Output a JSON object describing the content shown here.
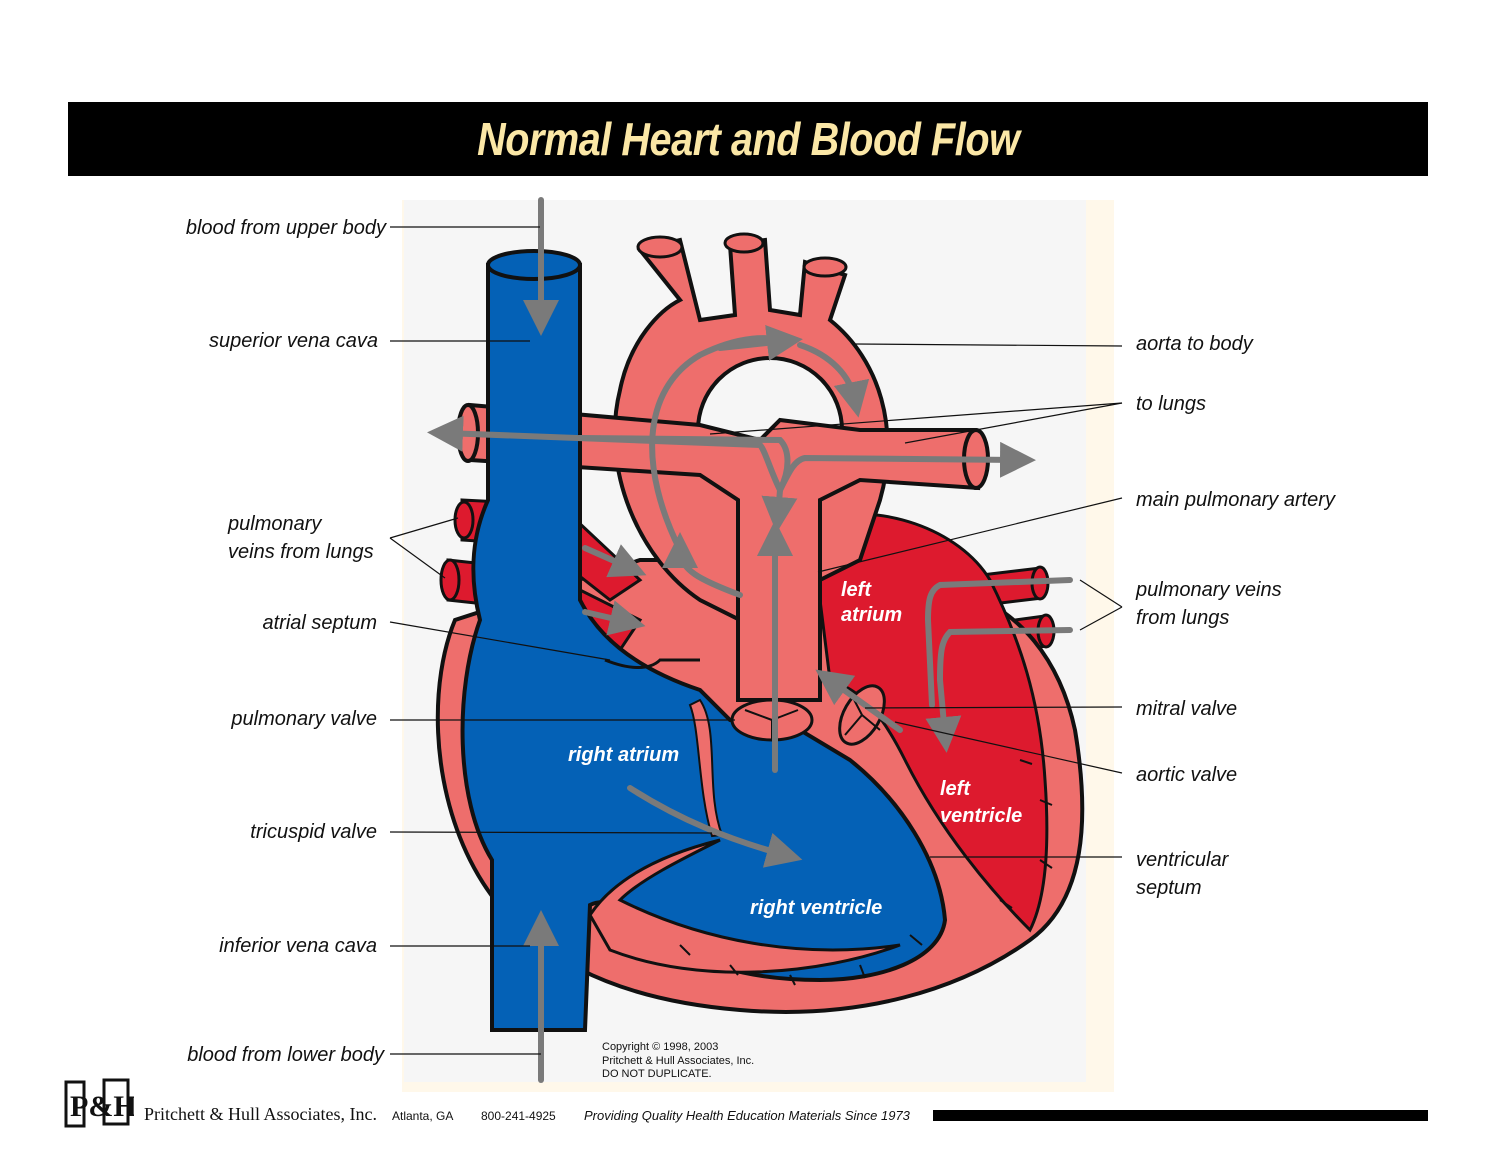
{
  "title": "Normal Heart and Blood Flow",
  "colors": {
    "title_bar": "#000000",
    "title_text": "#fbe7a6",
    "deoxygenated_blue": "#0461b6",
    "oxygenated_red": "#dd1a2e",
    "heart_pink": "#ee6e6c",
    "flow_arrow": "#7a7a7a",
    "figure_background": "#fff8ea"
  },
  "labels_left": {
    "blood_from_upper_body": "blood from upper body",
    "superior_vena_cava": "superior vena cava",
    "pulmonary_veins_left_line1": "pulmonary",
    "pulmonary_veins_left_line2": "veins from lungs",
    "atrial_septum": "atrial septum",
    "pulmonary_valve": "pulmonary valve",
    "tricuspid_valve": "tricuspid valve",
    "inferior_vena_cava": "inferior vena cava",
    "blood_from_lower_body": "blood from lower body"
  },
  "labels_right": {
    "aorta_to_body": "aorta to body",
    "to_lungs": "to lungs",
    "main_pulmonary_artery": "main pulmonary artery",
    "pulmonary_veins_right_line1": "pulmonary veins",
    "pulmonary_veins_right_line2": "from lungs",
    "mitral_valve": "mitral valve",
    "aortic_valve": "aortic valve",
    "ventricular_septum_line1": "ventricular",
    "ventricular_septum_line2": "septum"
  },
  "chamber_labels": {
    "left_atrium_line1": "left",
    "left_atrium_line2": "atrium",
    "right_atrium": "right atrium",
    "left_ventricle_line1": "left",
    "left_ventricle_line2": "ventricle",
    "right_ventricle": "right ventricle"
  },
  "copyright": {
    "line1": "Copyright © 1998, 2003",
    "line2": "Pritchett & Hull Associates, Inc.",
    "line3": "DO NOT DUPLICATE."
  },
  "footer": {
    "logo_text": "P&H",
    "company": "Pritchett & Hull Associates, Inc.",
    "city": "Atlanta, GA",
    "phone": "800-241-4925",
    "tagline": "Providing Quality Health Education Materials Since 1973"
  }
}
